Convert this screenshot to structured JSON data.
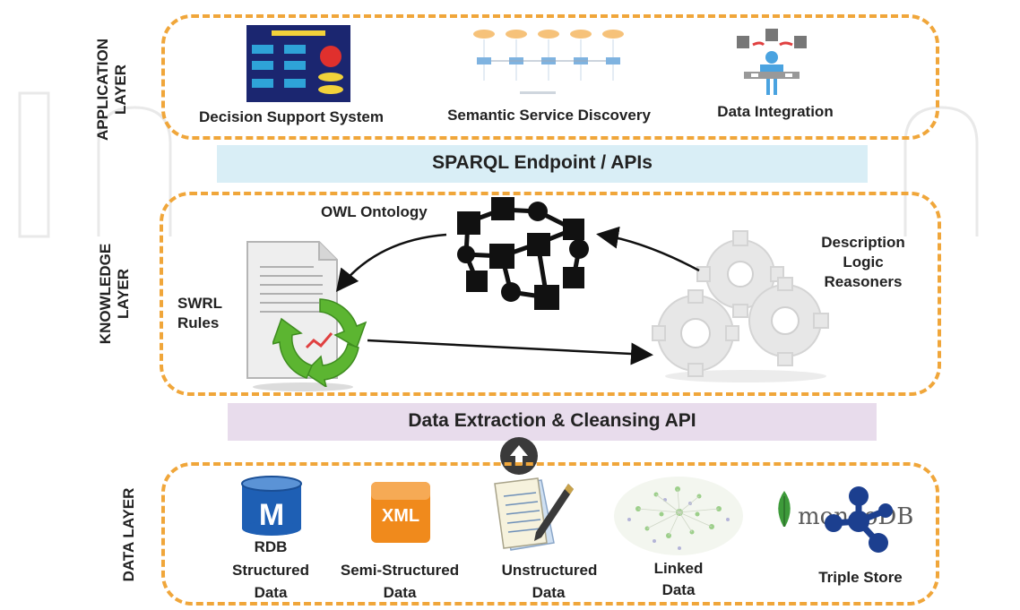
{
  "layers": {
    "application_label": "APPLICATION LAYER",
    "knowledge_label": "KNOWLEDGE LAYER",
    "data_label": "DATA LAYER"
  },
  "application": {
    "items": [
      {
        "label": "Decision Support System"
      },
      {
        "label": "Semantic Service Discovery"
      },
      {
        "label": "Data Integration"
      }
    ]
  },
  "sparql_band": {
    "label": "SPARQL Endpoint / APIs",
    "color": "#d9eef6"
  },
  "knowledge": {
    "owl_label": "OWL Ontology",
    "swrl_label": "SWRL Rules",
    "reasoner_label": "Description Logic Reasoners"
  },
  "extraction_band": {
    "label": "Data Extraction & Cleansing API",
    "color": "#e8dcec"
  },
  "data_items": {
    "rdb": {
      "badge": "M",
      "line1": "RDB",
      "line2": "Structured",
      "line3": "Data"
    },
    "xml": {
      "badge": "XML",
      "line1": "Semi-Structured",
      "line2": "Data"
    },
    "unstructured": {
      "line1": "Unstructured",
      "line2": "Data"
    },
    "linked": {
      "line1": "Linked",
      "line2": "Data"
    },
    "triple": {
      "logo_text": "mongoDB",
      "label": "Triple Store"
    }
  },
  "colors": {
    "dash_border": "#f0a63a",
    "rdb_blue": "#1e5fb4",
    "xml_orange": "#f08a1c",
    "recycle_green": "#5cb531",
    "mongo_green": "#3d9a3a"
  }
}
